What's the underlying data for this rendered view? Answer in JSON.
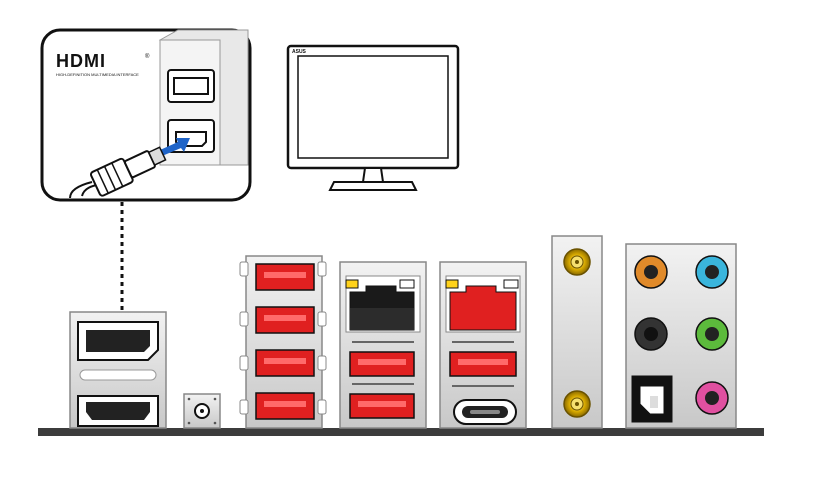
{
  "callout": {
    "logo_text": "HDMI",
    "logo_mark": "®",
    "logo_tagline": "HIGH-DEFINITION MULTIMEDIA INTERFACE",
    "icons": [
      "hdmi-cable-icon",
      "insert-arrow-icon",
      "hdmi-port-icon"
    ]
  },
  "monitor": {
    "brand": "ASUS",
    "icon": "monitor-icon"
  },
  "rear_panel": {
    "ports": [
      {
        "name": "displayport",
        "icon": "displayport-icon"
      },
      {
        "name": "hdmi-port",
        "icon": "hdmi-port-icon"
      },
      {
        "name": "bios-flashback-button",
        "icon": "button-icon"
      },
      {
        "name": "usb-a-stack",
        "count": 4,
        "color": "#e02020"
      },
      {
        "name": "lan-port-1",
        "color": "#1a1a1a"
      },
      {
        "name": "lan-port-2",
        "color": "#e02020"
      },
      {
        "name": "usb-c-port",
        "icon": "usb-c-icon"
      },
      {
        "name": "wifi-antenna-connectors",
        "count": 2,
        "color": "#c9a000"
      },
      {
        "name": "audio-jacks",
        "colors": [
          "#e08a2a",
          "#3ab5dc",
          "#333333",
          "#5cba3c",
          "#e050a0"
        ]
      },
      {
        "name": "optical-spdif-out",
        "icon": "optical-port-icon"
      }
    ],
    "colors": {
      "usb_red": "#e02020",
      "lan_led_yellow": "#ffd21a",
      "panel_base": "#3c3c3c",
      "outline": "#222222"
    }
  }
}
